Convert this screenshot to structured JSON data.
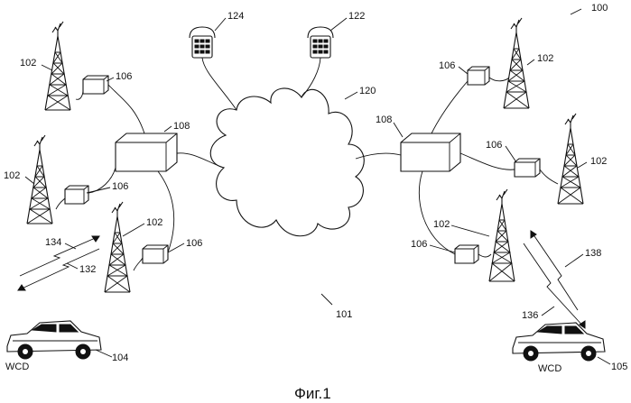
{
  "figure": {
    "caption": "Фиг.1",
    "system_ref": "100",
    "network_ref": "101",
    "cloud_ref": "120",
    "phone_refs": [
      "124",
      "122"
    ],
    "towers": [
      {
        "ref": "102"
      },
      {
        "ref": "102"
      },
      {
        "ref": "102"
      },
      {
        "ref": "102"
      },
      {
        "ref": "102"
      },
      {
        "ref": "102"
      }
    ],
    "bs_controllers": [
      {
        "ref": "108"
      },
      {
        "ref": "108"
      }
    ],
    "modules": [
      {
        "ref": "106"
      },
      {
        "ref": "106"
      },
      {
        "ref": "106"
      },
      {
        "ref": "106"
      },
      {
        "ref": "106"
      },
      {
        "ref": "106"
      }
    ],
    "links": [
      {
        "ref": "134"
      },
      {
        "ref": "132"
      },
      {
        "ref": "138"
      },
      {
        "ref": "136"
      }
    ],
    "cars": [
      {
        "ref": "104",
        "label": "WCD"
      },
      {
        "ref": "105",
        "label": "WCD"
      }
    ]
  }
}
